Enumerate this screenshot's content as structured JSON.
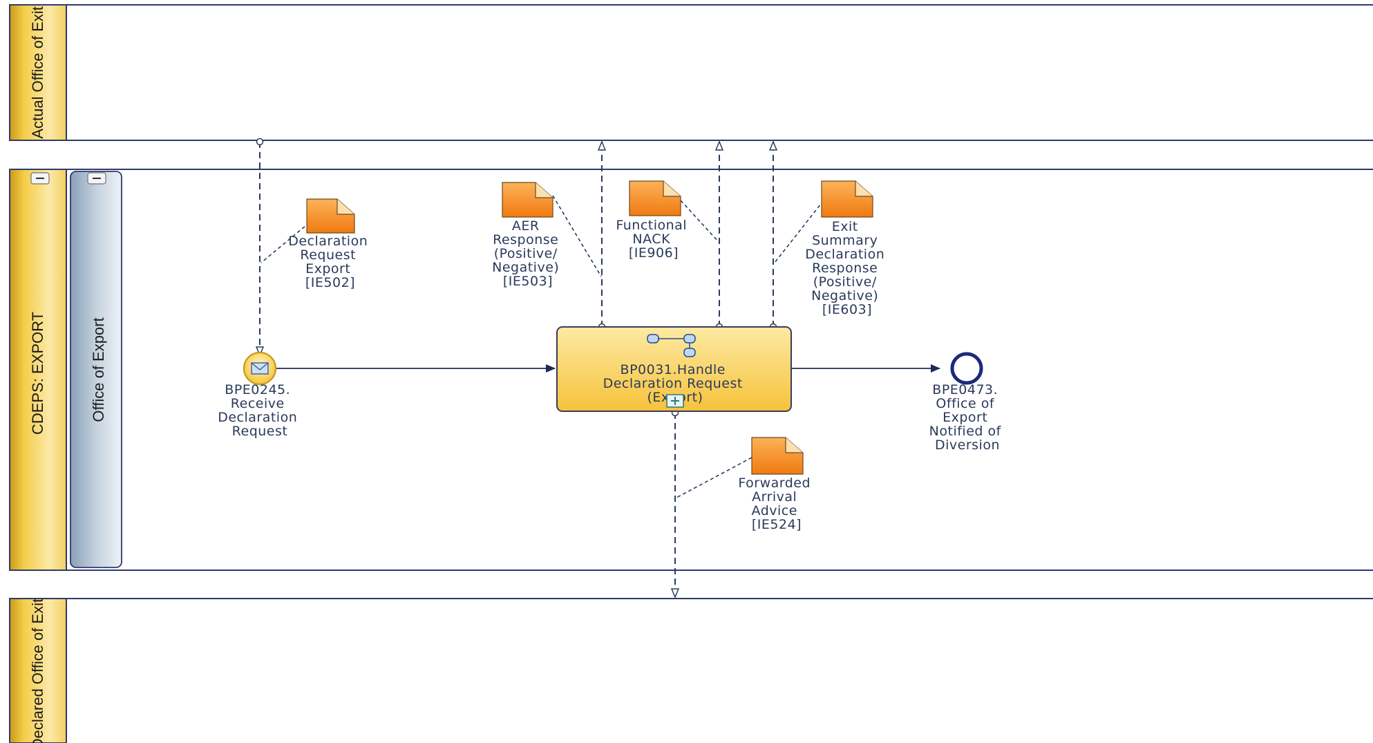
{
  "lanes": {
    "actual_exit": "Actual Office of Exit",
    "cdeps_export": "CDEPS: EXPORT",
    "office_of_export": "Office of Export",
    "declared_exit": "Declared Office of Exit"
  },
  "nodes": {
    "start_event": [
      "BPE0245.",
      "Receive",
      "Declaration",
      "Request"
    ],
    "task": [
      "BP0031.Handle",
      "Declaration Request",
      "(Export)"
    ],
    "end_event": [
      "BPE0473.",
      "Office of",
      "Export",
      "Notified of",
      "Diversion"
    ]
  },
  "messages": {
    "ie502": [
      "Declaration",
      "Request",
      "Export",
      "[IE502]"
    ],
    "ie503": [
      "AER",
      "Response",
      "(Positive/",
      "Negative)",
      "[IE503]"
    ],
    "ie906": [
      "Functional",
      "NACK",
      "[IE906]"
    ],
    "ie603": [
      "Exit",
      "Summary",
      "Declaration",
      "Response",
      "(Positive/",
      "Negative)",
      "[IE603]"
    ],
    "ie524": [
      "Forwarded",
      "Arrival",
      "Advice",
      "[IE524]"
    ]
  },
  "colors": {
    "lane_header": "#f0c030",
    "lane_border": "#2e3a6e",
    "doc_fill": "#f78a1c",
    "task_fill": "#fbd66a",
    "event_ring": "#1c2a7a"
  }
}
